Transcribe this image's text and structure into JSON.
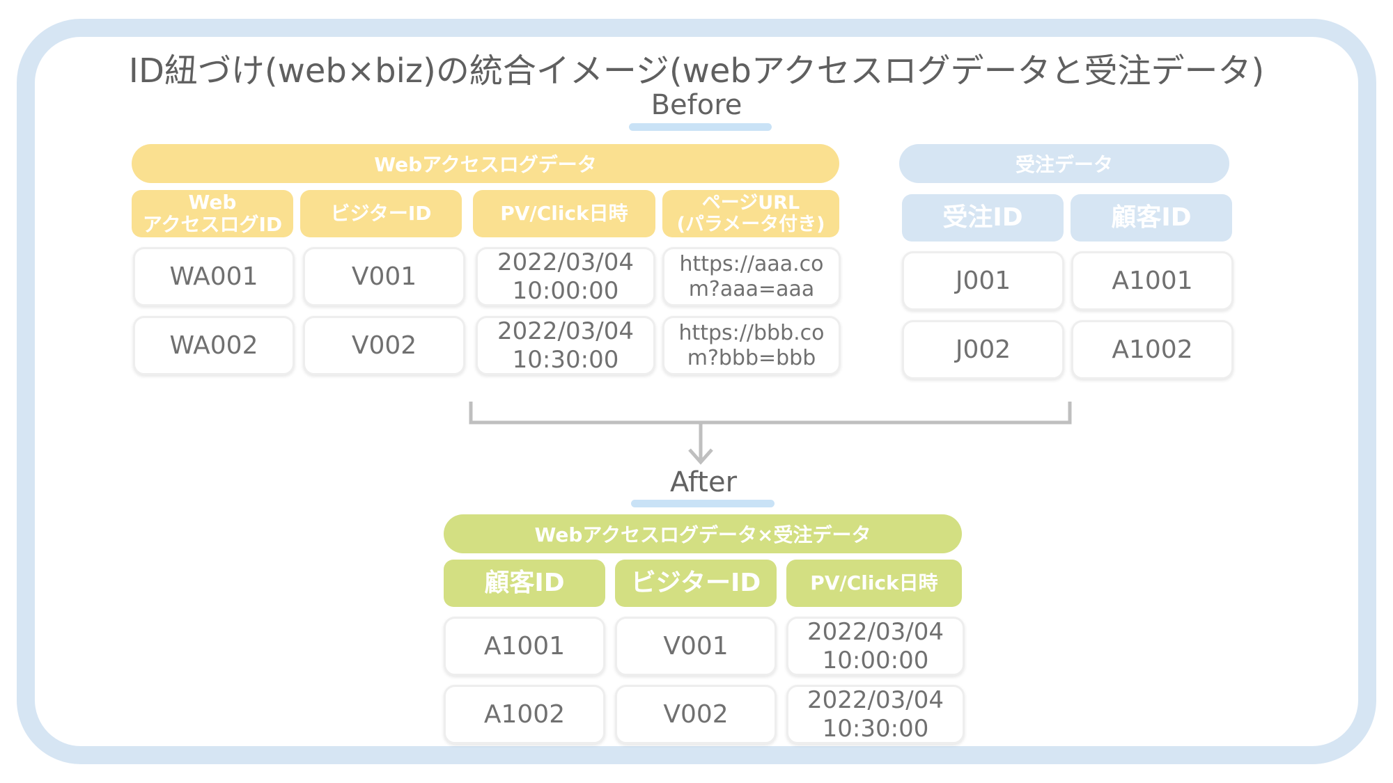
{
  "title": "ID紐づけ(web×biz)の統合イメージ(webアクセスログデータと受注データ)",
  "before_label": "Before",
  "after_label": "After",
  "web_table": {
    "title": "Webアクセスログデータ",
    "headers": [
      "Web\nアクセスログID",
      "ビジターID",
      "PV/Click日時",
      "ページURL\n(パラメータ付き)"
    ],
    "rows": [
      [
        "WA001",
        "V001",
        "2022/03/04\n10:00:00",
        "https://aaa.co\nm?aaa=aaa"
      ],
      [
        "WA002",
        "V002",
        "2022/03/04\n10:30:00",
        "https://bbb.co\nm?bbb=bbb"
      ]
    ]
  },
  "order_table": {
    "title": "受注データ",
    "headers": [
      "受注ID",
      "顧客ID"
    ],
    "rows": [
      [
        "J001",
        "A1001"
      ],
      [
        "J002",
        "A1002"
      ]
    ]
  },
  "merged_table": {
    "title": "Webアクセスログデータ×受注データ",
    "headers": [
      "顧客ID",
      "ビジターID",
      "PV/Click日時"
    ],
    "rows": [
      [
        "A1001",
        "V001",
        "2022/03/04\n10:00:00"
      ],
      [
        "A1002",
        "V002",
        "2022/03/04\n10:30:00"
      ]
    ]
  },
  "colors": {
    "web": "#fae090",
    "order": "#d6e5f3",
    "merged": "#d3df82",
    "frame": "#d6e5f3",
    "underline": "#c9e2f6",
    "connector": "#bfbfbf"
  }
}
